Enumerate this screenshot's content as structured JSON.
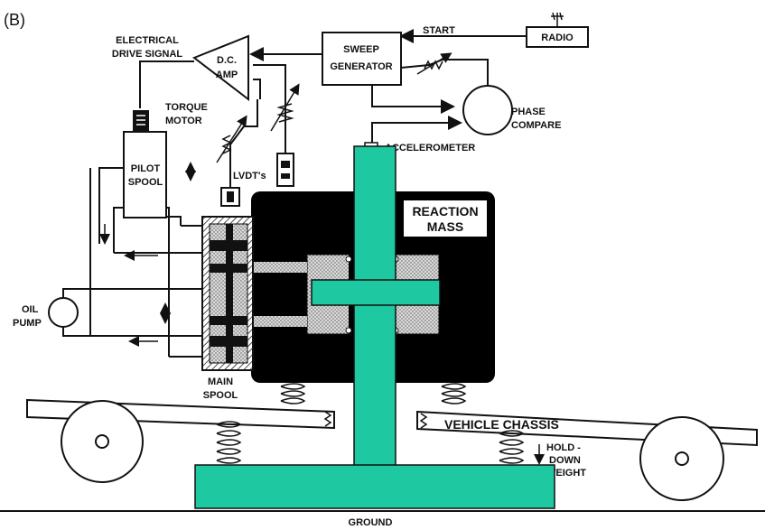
{
  "panel_label": "(B)",
  "labels": {
    "electrical_drive_signal_1": "ELECTRICAL",
    "electrical_drive_signal_2": "DRIVE SIGNAL",
    "dc_amp_1": "D.C.",
    "dc_amp_2": "AMP",
    "sweep_generator_1": "SWEEP",
    "sweep_generator_2": "GENERATOR",
    "start": "START",
    "radio": "RADIO",
    "torque_motor_1": "TORQUE",
    "torque_motor_2": "MOTOR",
    "phase_compare_1": "PHASE",
    "phase_compare_2": "COMPARE",
    "accelerometer": "ACCELEROMETER",
    "pilot_spool_1": "PILOT",
    "pilot_spool_2": "SPOOL",
    "lvdts": "LVDT's",
    "reaction_mass_1": "REACTION",
    "reaction_mass_2": "MASS",
    "oil_pump_1": "OIL",
    "oil_pump_2": "PUMP",
    "main_spool_1": "MAIN",
    "main_spool_2": "SPOOL",
    "vehicle_chassis": "VEHICLE CHASSIS",
    "hold_down_weight_1": "HOLD -",
    "hold_down_weight_2": "DOWN",
    "hold_down_weight_3": "WEIGHT",
    "ground": "GROUND"
  },
  "colors": {
    "baseplate": "#1ec8a0",
    "reaction_mass": "#000000",
    "ink": "#111111"
  }
}
